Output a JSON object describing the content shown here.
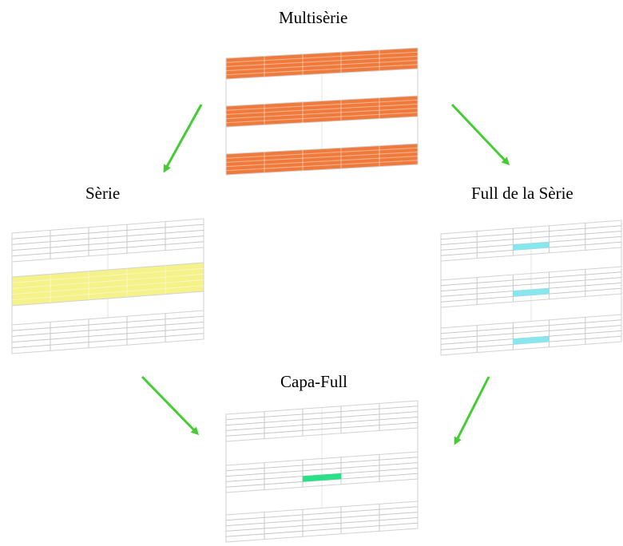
{
  "labels": {
    "top": "Multisèrie",
    "left": "Sèrie",
    "right": "Full de la Sèrie",
    "bottom": "Capa-Full"
  },
  "grid": {
    "columns": 5,
    "rows": 5
  },
  "colors": {
    "multiseries_fill": "#F07A3C",
    "series_fill": "#F5F28A",
    "sheet_cell": "#88E6EE",
    "layer_cell": "#2CE08A",
    "arrow": "#44CC33",
    "grid_line": "#C8C8C8",
    "frame_line": "#D2D2D2"
  },
  "diagrams": [
    {
      "id": "multiseries",
      "layers": 3,
      "layer_fill": "multiseries_fill",
      "highlight_layer": null,
      "highlight_cell": null
    },
    {
      "id": "series",
      "layers": 3,
      "layer_fill": null,
      "highlight_layer": 1,
      "highlight_cell": null
    },
    {
      "id": "sheet-of-series",
      "layers": 3,
      "layer_fill": null,
      "highlight_layer": null,
      "highlight_cell": "all-layers",
      "cell_fill": "sheet_cell"
    },
    {
      "id": "layer-sheet",
      "layers": 3,
      "layer_fill": null,
      "highlight_layer": null,
      "highlight_cell": "middle-layer",
      "cell_fill": "layer_cell"
    }
  ]
}
